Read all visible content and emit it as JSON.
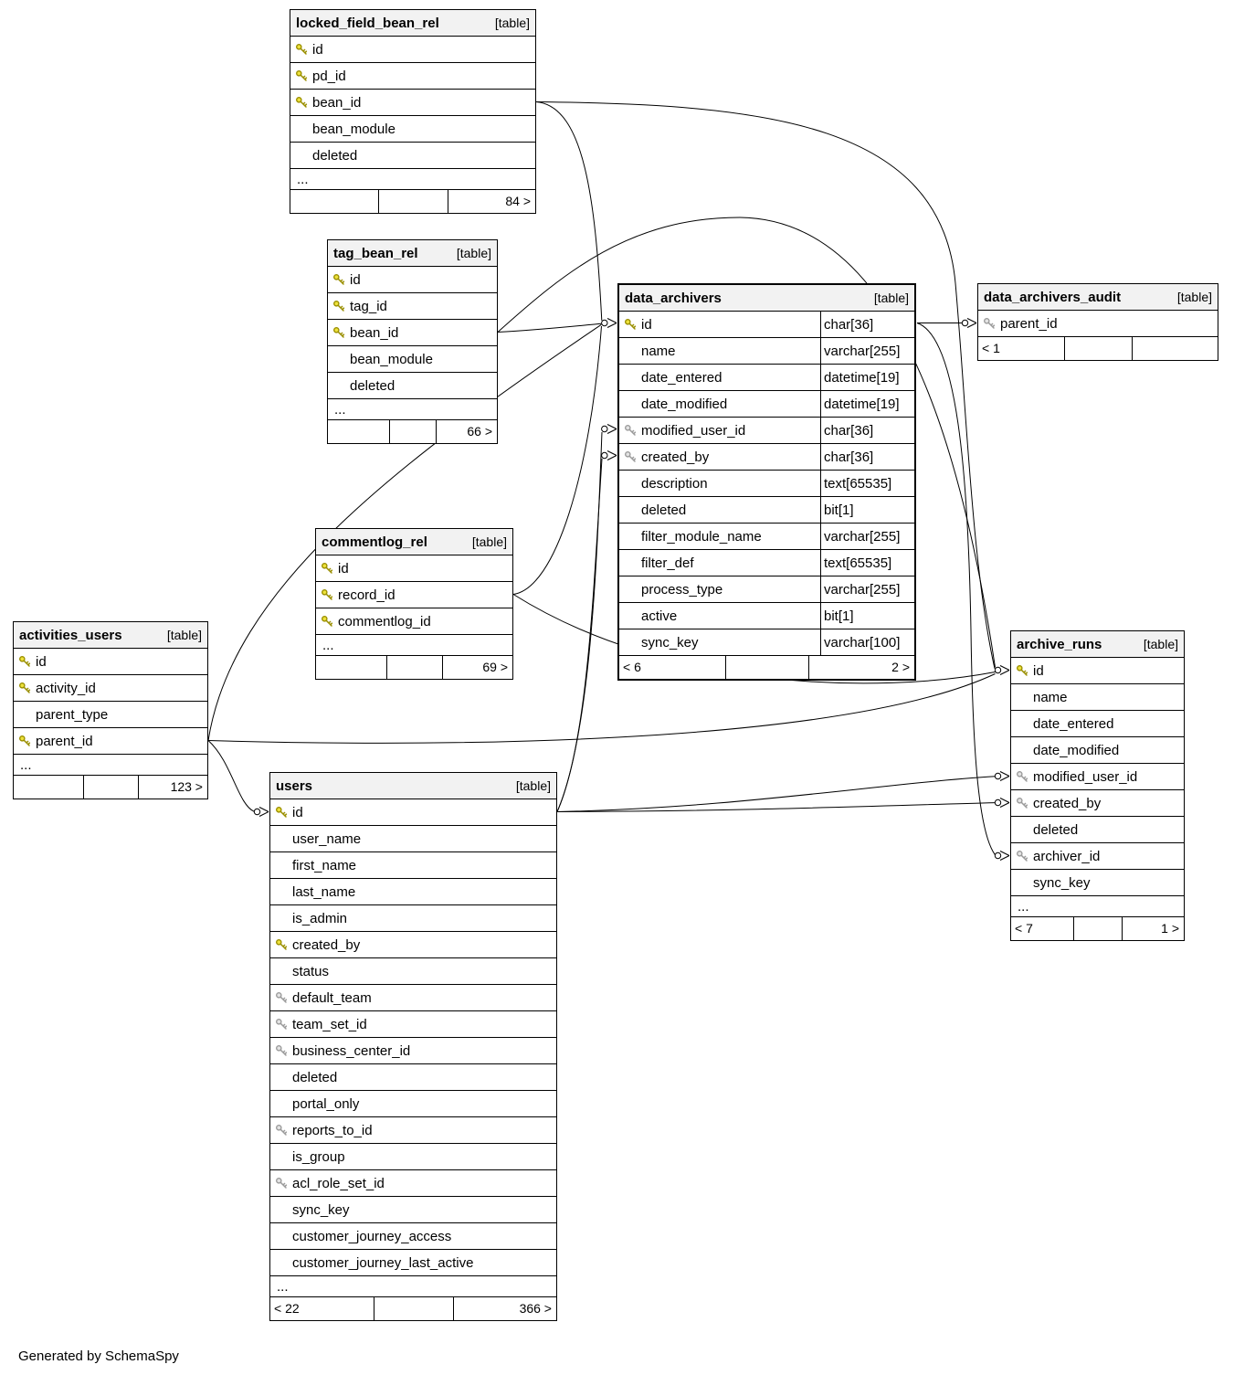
{
  "diagram": {
    "credit": "Generated by SchemaSpy",
    "colors": {
      "pk_fill": "#eee23c",
      "pk_stroke": "#9a8f00",
      "fk_fill": "#e4e4e4",
      "fk_stroke": "#9b9b9b",
      "header_bg": "#f2f2f2",
      "border": "#000000"
    },
    "tables": [
      {
        "name": "locked_field_bean_rel",
        "tag": "[table]",
        "columns": [
          {
            "name": "id",
            "key": "pk"
          },
          {
            "name": "pd_id",
            "key": "pk"
          },
          {
            "name": "bean_id",
            "key": "pk"
          },
          {
            "name": "bean_module",
            "key": ""
          },
          {
            "name": "deleted",
            "key": ""
          },
          {
            "name": "...",
            "key": ""
          }
        ],
        "footer": {
          "left": "",
          "center": "",
          "right": "84 >"
        }
      },
      {
        "name": "tag_bean_rel",
        "tag": "[table]",
        "columns": [
          {
            "name": "id",
            "key": "pk"
          },
          {
            "name": "tag_id",
            "key": "pk"
          },
          {
            "name": "bean_id",
            "key": "pk"
          },
          {
            "name": "bean_module",
            "key": ""
          },
          {
            "name": "deleted",
            "key": ""
          },
          {
            "name": "...",
            "key": ""
          }
        ],
        "footer": {
          "left": "",
          "center": "",
          "right": "66 >"
        }
      },
      {
        "name": "data_archivers",
        "tag": "[table]",
        "columns": [
          {
            "name": "id",
            "key": "pk",
            "type": "char[36]"
          },
          {
            "name": "name",
            "key": "",
            "type": "varchar[255]"
          },
          {
            "name": "date_entered",
            "key": "",
            "type": "datetime[19]"
          },
          {
            "name": "date_modified",
            "key": "",
            "type": "datetime[19]"
          },
          {
            "name": "modified_user_id",
            "key": "fk",
            "type": "char[36]"
          },
          {
            "name": "created_by",
            "key": "fk",
            "type": "char[36]"
          },
          {
            "name": "description",
            "key": "",
            "type": "text[65535]"
          },
          {
            "name": "deleted",
            "key": "",
            "type": "bit[1]"
          },
          {
            "name": "filter_module_name",
            "key": "",
            "type": "varchar[255]"
          },
          {
            "name": "filter_def",
            "key": "",
            "type": "text[65535]"
          },
          {
            "name": "process_type",
            "key": "",
            "type": "varchar[255]"
          },
          {
            "name": "active",
            "key": "",
            "type": "bit[1]"
          },
          {
            "name": "sync_key",
            "key": "",
            "type": "varchar[100]"
          }
        ],
        "footer": {
          "left": "< 6",
          "center": "",
          "right": "2 >"
        }
      },
      {
        "name": "data_archivers_audit",
        "tag": "[table]",
        "columns": [
          {
            "name": "parent_id",
            "key": "fk"
          }
        ],
        "footer": {
          "left": "< 1",
          "center": "",
          "right": ""
        }
      },
      {
        "name": "commentlog_rel",
        "tag": "[table]",
        "columns": [
          {
            "name": "id",
            "key": "pk"
          },
          {
            "name": "record_id",
            "key": "pk"
          },
          {
            "name": "commentlog_id",
            "key": "pk"
          },
          {
            "name": "...",
            "key": ""
          }
        ],
        "footer": {
          "left": "",
          "center": "",
          "right": "69 >"
        }
      },
      {
        "name": "activities_users",
        "tag": "[table]",
        "columns": [
          {
            "name": "id",
            "key": "pk"
          },
          {
            "name": "activity_id",
            "key": "pk"
          },
          {
            "name": "parent_type",
            "key": ""
          },
          {
            "name": "parent_id",
            "key": "pk"
          },
          {
            "name": "...",
            "key": ""
          }
        ],
        "footer": {
          "left": "",
          "center": "",
          "right": "123 >"
        }
      },
      {
        "name": "users",
        "tag": "[table]",
        "columns": [
          {
            "name": "id",
            "key": "pk"
          },
          {
            "name": "user_name",
            "key": ""
          },
          {
            "name": "first_name",
            "key": ""
          },
          {
            "name": "last_name",
            "key": ""
          },
          {
            "name": "is_admin",
            "key": ""
          },
          {
            "name": "created_by",
            "key": "pk"
          },
          {
            "name": "status",
            "key": ""
          },
          {
            "name": "default_team",
            "key": "fk"
          },
          {
            "name": "team_set_id",
            "key": "fk"
          },
          {
            "name": "business_center_id",
            "key": "fk"
          },
          {
            "name": "deleted",
            "key": ""
          },
          {
            "name": "portal_only",
            "key": ""
          },
          {
            "name": "reports_to_id",
            "key": "fk"
          },
          {
            "name": "is_group",
            "key": ""
          },
          {
            "name": "acl_role_set_id",
            "key": "fk"
          },
          {
            "name": "sync_key",
            "key": ""
          },
          {
            "name": "customer_journey_access",
            "key": ""
          },
          {
            "name": "customer_journey_last_active",
            "key": ""
          },
          {
            "name": "...",
            "key": ""
          }
        ],
        "footer": {
          "left": "< 22",
          "center": "",
          "right": "366 >"
        }
      },
      {
        "name": "archive_runs",
        "tag": "[table]",
        "columns": [
          {
            "name": "id",
            "key": "pk"
          },
          {
            "name": "name",
            "key": ""
          },
          {
            "name": "date_entered",
            "key": ""
          },
          {
            "name": "date_modified",
            "key": ""
          },
          {
            "name": "modified_user_id",
            "key": "fk"
          },
          {
            "name": "created_by",
            "key": "fk"
          },
          {
            "name": "deleted",
            "key": ""
          },
          {
            "name": "archiver_id",
            "key": "fk"
          },
          {
            "name": "sync_key",
            "key": ""
          },
          {
            "name": "...",
            "key": ""
          }
        ],
        "footer": {
          "left": "< 7",
          "center": "",
          "right": "1 >"
        }
      }
    ]
  }
}
